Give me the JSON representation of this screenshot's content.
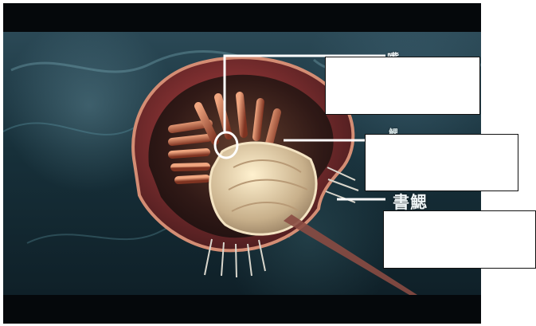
{
  "scene": {
    "labels": {
      "top": "嘴",
      "middle": "鰓",
      "bottom": "書鰓"
    }
  },
  "answer_boxes": [
    {
      "value": ""
    },
    {
      "value": ""
    },
    {
      "value": ""
    }
  ],
  "colors": {
    "frame_bg": "#05080b",
    "water_top": "#2b4956",
    "water_bottom": "#0f2028",
    "crab_shell": "#7f2f30",
    "label_line": "#ffffff",
    "box_border": "#111111"
  }
}
